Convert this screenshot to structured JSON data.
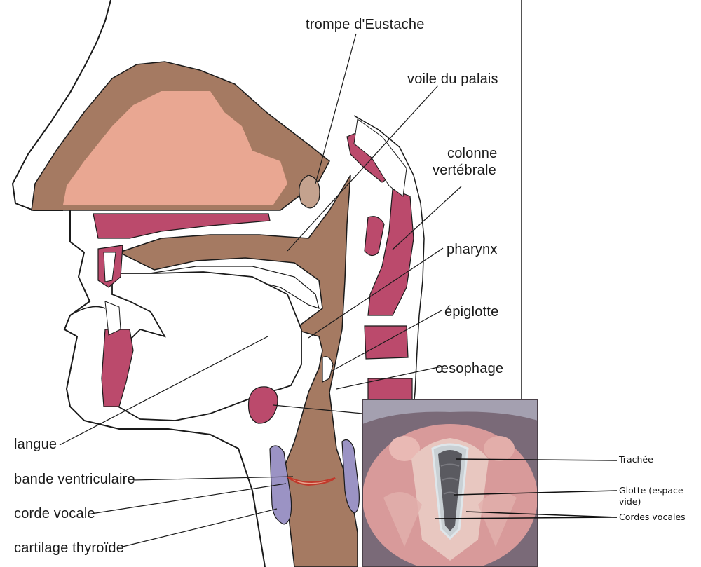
{
  "diagram": {
    "labels": {
      "trompe": "trompe d'Eustache",
      "voile": "voile du palais",
      "colonne_1": "colonne",
      "colonne_2": "vertébrale",
      "pharynx": "pharynx",
      "epiglotte": "épiglotte",
      "oesophage": "œsophage",
      "langue": "langue",
      "bande": "bande  ventriculaire",
      "corde": "corde  vocale",
      "cartilage": "cartilage  thyroïde"
    },
    "colors": {
      "tissue": "#a57a62",
      "sinus": "#e9a792",
      "bone": "#bb4a6c",
      "cartilage": "#9b93c4",
      "line": "#1a1a1a"
    }
  },
  "photo": {
    "labels": {
      "trachee": "Trachée",
      "glotte_1": "Glotte (espace",
      "glotte_2": "vide)",
      "cordes": "Cordes vocales"
    }
  }
}
